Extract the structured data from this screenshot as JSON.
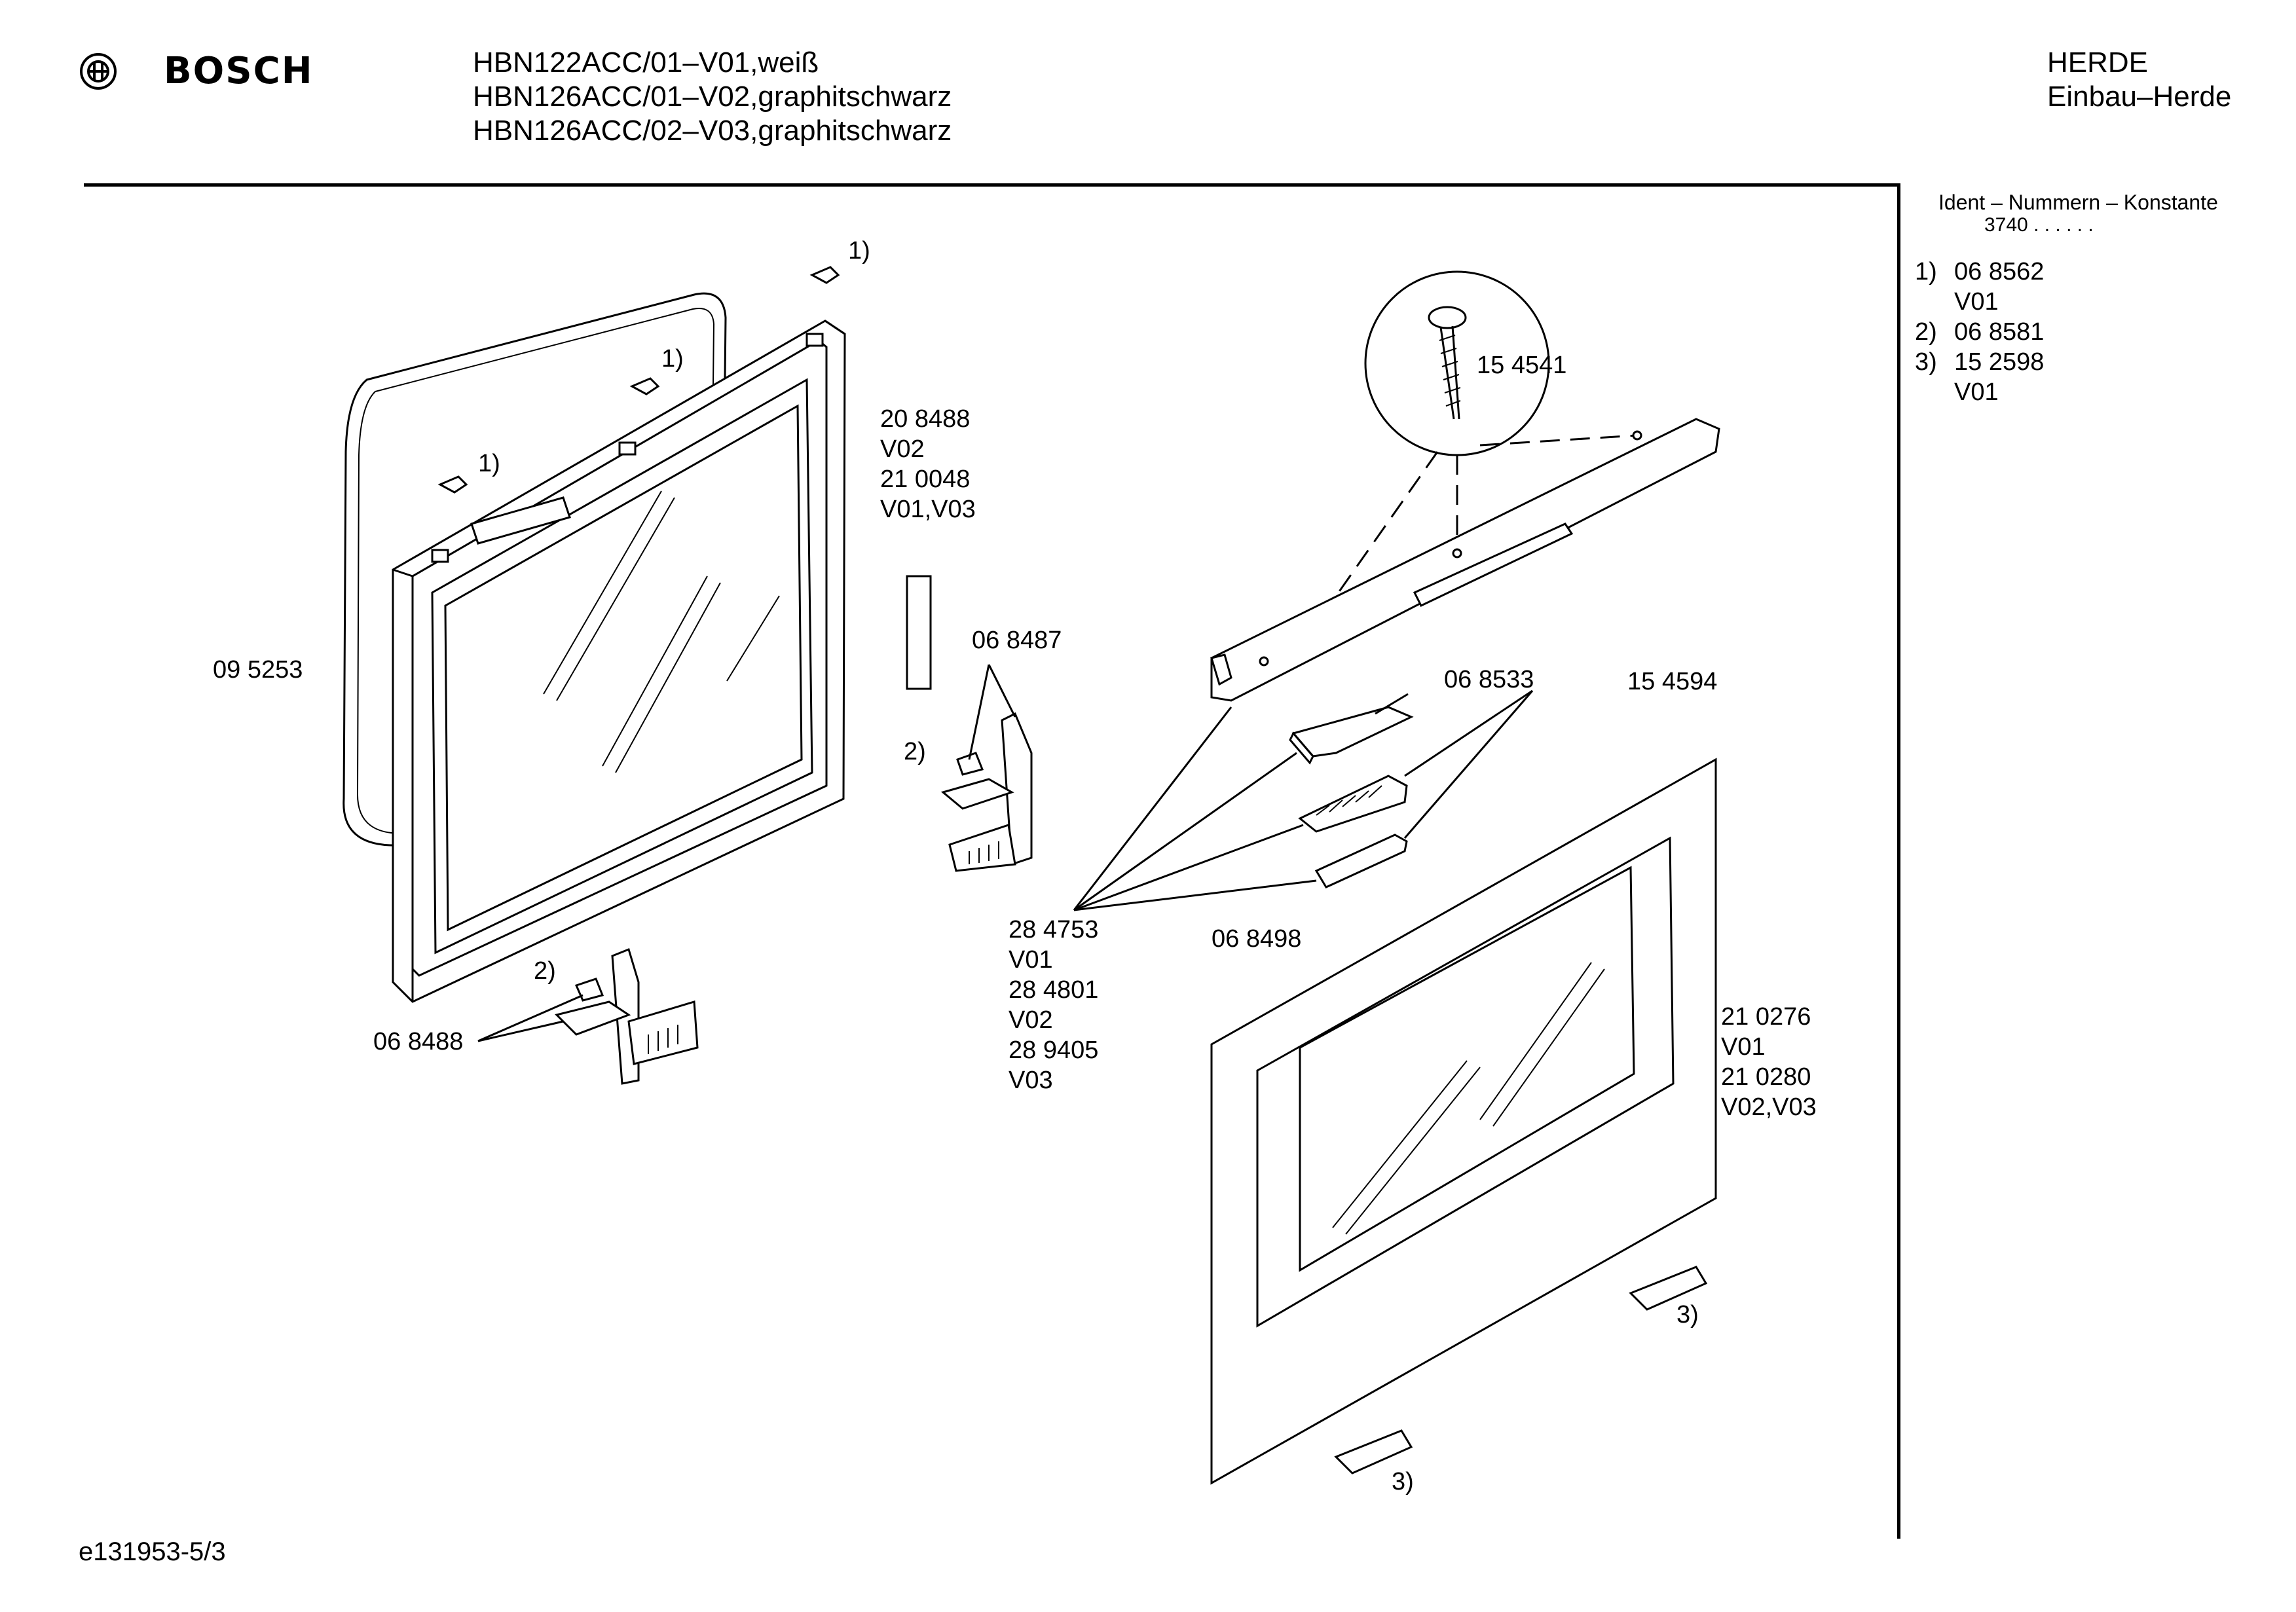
{
  "header": {
    "brand": "BOSCH",
    "models": [
      "HBN122ACC/01–V01,weiß",
      "HBN126ACC/01–V02,graphitschwarz",
      "HBN126ACC/02–V03,graphitschwarz"
    ],
    "category": [
      "HERDE",
      "Einbau–Herde"
    ]
  },
  "ident": {
    "title": "Ident – Nummern – Konstante",
    "code": "3740 . . . . . .",
    "items": [
      {
        "mark": "1)",
        "lines": [
          "06 8562",
          "V01"
        ]
      },
      {
        "mark": "2)",
        "lines": [
          "06 8581"
        ]
      },
      {
        "mark": "3)",
        "lines": [
          "15 2598",
          "V01"
        ]
      }
    ]
  },
  "labels": {
    "p095253": "09 5253",
    "p208488": [
      "20 8488",
      "V02",
      "21 0048",
      "V01,V03"
    ],
    "p068487": "06 8487",
    "p068488": "06 8488",
    "p154541": "15 4541",
    "p068533": "06 8533",
    "p154594": "15 4594",
    "p068498": "06 8498",
    "p284753": [
      "28 4753",
      "V01",
      "28 4801",
      "V02",
      "28 9405",
      "V03"
    ],
    "p210276": [
      "21 0276",
      "V01",
      "21 0280",
      "V02,V03"
    ],
    "ref1": "1)",
    "ref2": "2)",
    "ref3": "3)"
  },
  "footer": {
    "code": "e131953-5/3"
  }
}
